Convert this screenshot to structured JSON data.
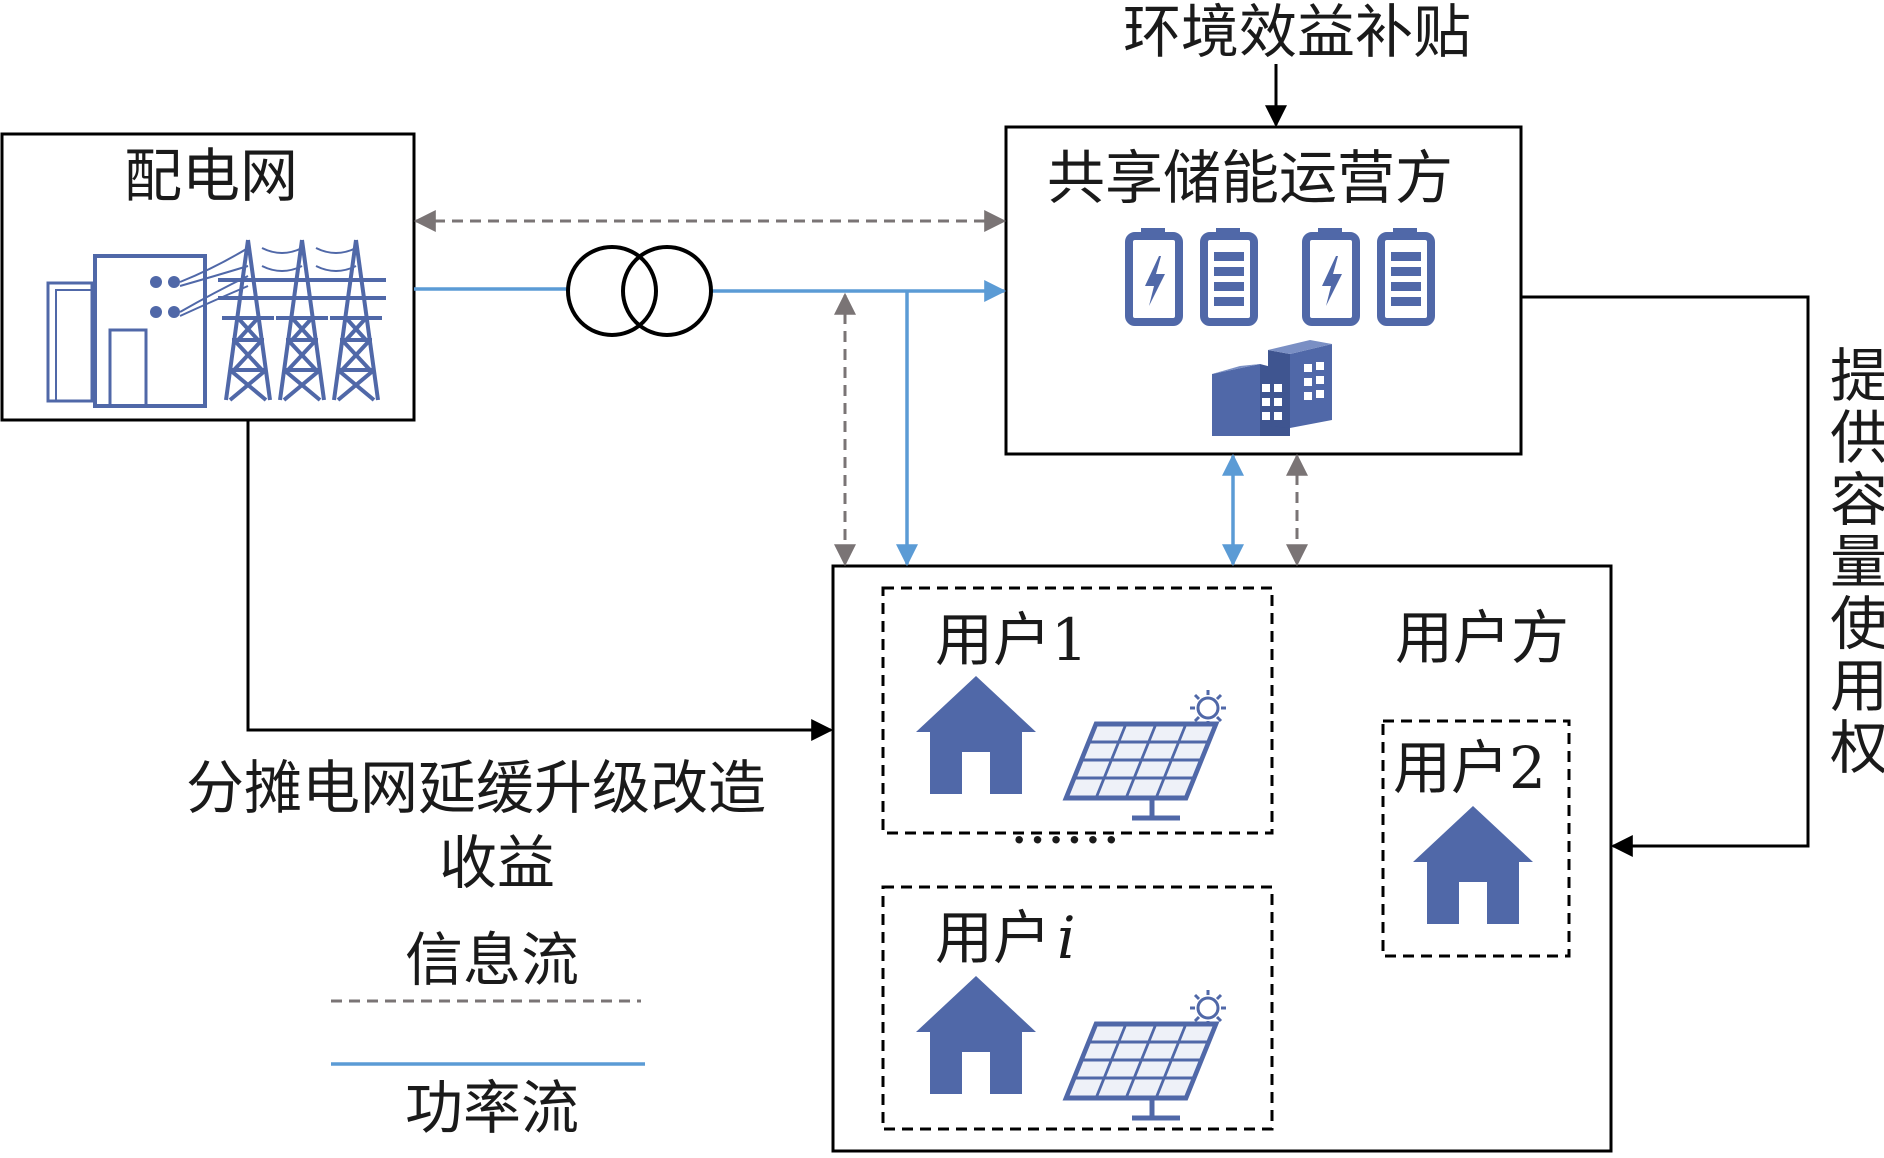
{
  "nodes": {
    "grid": {
      "label": "配电网"
    },
    "storage": {
      "label": "共享储能运营方"
    },
    "users_side": {
      "label": "用户方"
    },
    "user1": {
      "label": "用户1"
    },
    "user2": {
      "label": "用户2"
    },
    "useri_prefix": {
      "label": "用户"
    },
    "useri_var": {
      "label": "i"
    },
    "ellipsis": {
      "label": "······"
    }
  },
  "edges": {
    "env_subsidy": {
      "label": "环境效益补贴"
    },
    "capacity_right": {
      "label": "提供容量使用权"
    },
    "deferral_line1": {
      "label": "分摊电网延缓升级改造"
    },
    "deferral_line2": {
      "label": "收益"
    }
  },
  "legend": {
    "info_flow": {
      "label": "信息流",
      "color": "#7a7475"
    },
    "power_flow": {
      "label": "功率流",
      "color": "#5b9bd5"
    }
  },
  "colors": {
    "icon": "#5068a8",
    "frame": "#000000"
  }
}
